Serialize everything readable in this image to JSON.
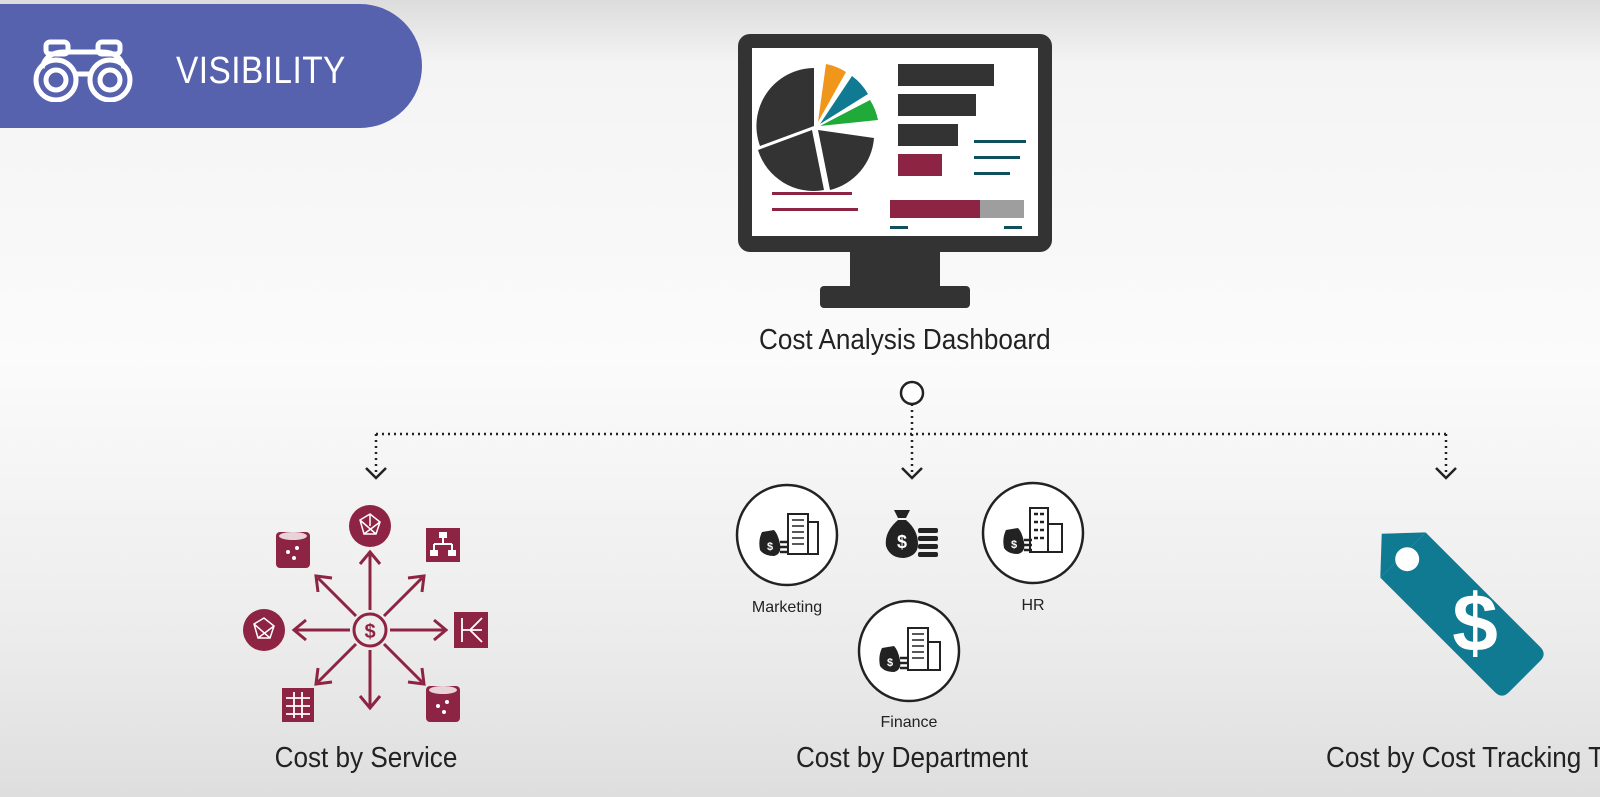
{
  "banner": {
    "title": "VISIBILITY",
    "icon": "binoculars-icon"
  },
  "dashboard": {
    "label": "Cost Analysis Dashboard",
    "icon": "monitor-dashboard-icon"
  },
  "branches": {
    "service": {
      "label": "Cost by Service",
      "icon": "service-network-icon"
    },
    "department": {
      "label": "Cost by Department",
      "icon": "money-bag-icon",
      "units": [
        {
          "name": "Marketing"
        },
        {
          "name": "HR"
        },
        {
          "name": "Finance"
        }
      ]
    },
    "tag": {
      "label": "Cost by Cost Tracking Tag",
      "icon": "price-tag-dollar-icon"
    }
  },
  "colors": {
    "banner": "#5662ae",
    "dark": "#333333",
    "maroon": "#8e2443",
    "teal": "#0f7a92",
    "orange": "#f0961a",
    "green": "#1faa3a",
    "text": "#222222"
  }
}
